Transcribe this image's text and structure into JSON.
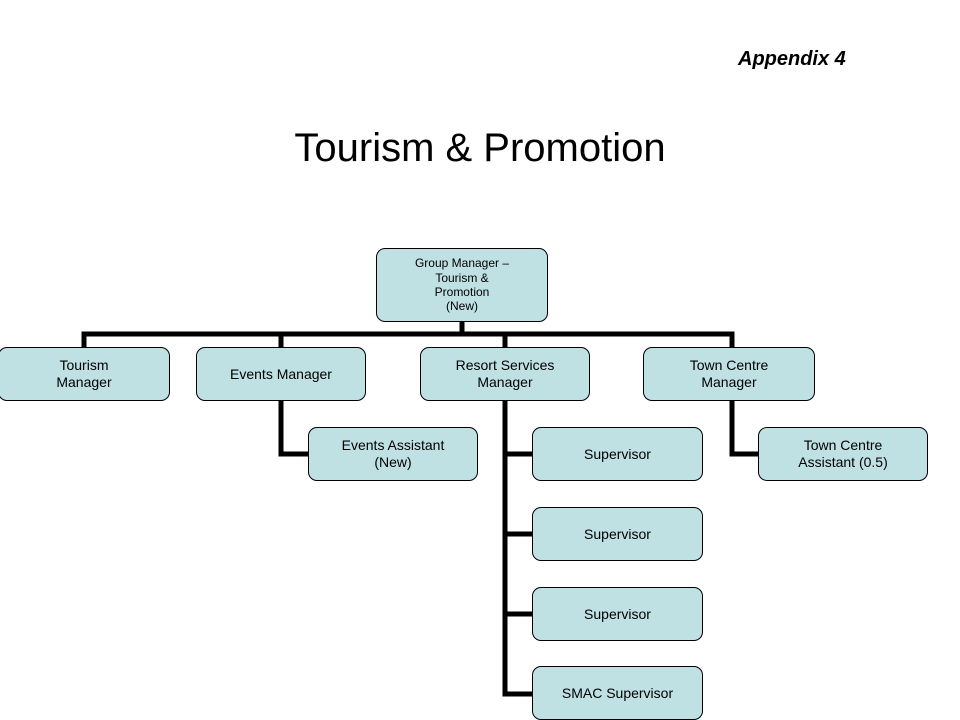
{
  "appendix": "Appendix 4",
  "title": "Tourism & Promotion",
  "nodes": {
    "group_manager": "Group Manager –\nTourism &\nPromotion\n(New)",
    "tourism_manager": "Tourism\nManager",
    "events_manager": "Events Manager",
    "resort_services_manager": "Resort Services\nManager",
    "town_centre_manager": "Town Centre\nManager",
    "events_assistant": "Events Assistant\n(New)",
    "town_centre_assistant": "Town Centre\nAssistant (0.5)",
    "supervisor_1": "Supervisor",
    "supervisor_2": "Supervisor",
    "supervisor_3": "Supervisor",
    "smac_supervisor": "SMAC Supervisor"
  },
  "colors": {
    "box_fill": "#bfe1e4",
    "connector": "#000000"
  }
}
